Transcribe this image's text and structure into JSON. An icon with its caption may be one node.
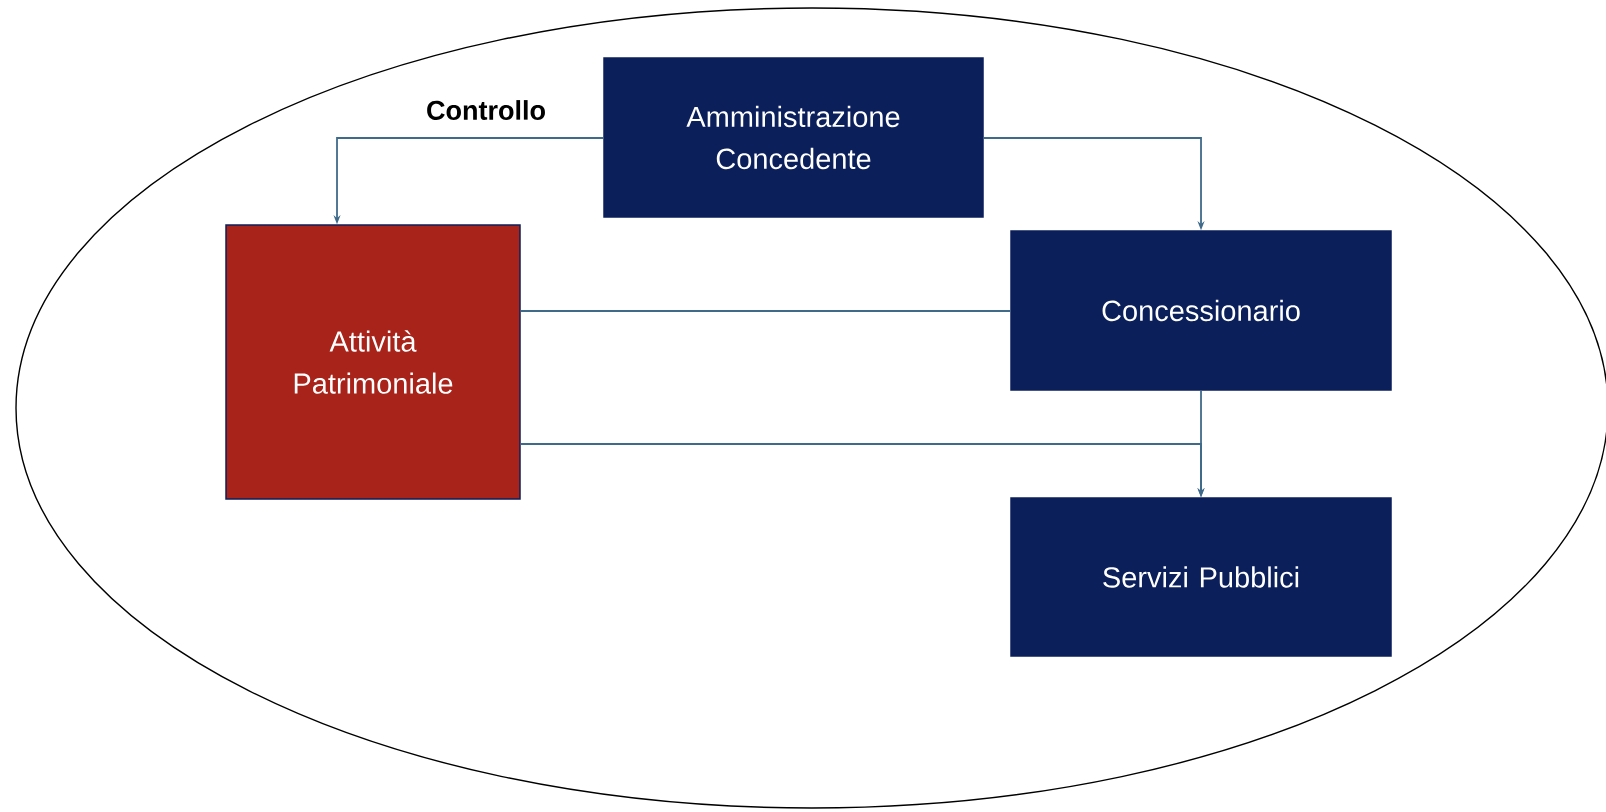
{
  "diagram": {
    "nodes": [
      {
        "text": [
          "Amministrazione Concedente"
        ]
      },
      {
        "text": [
          "Attività Patrimoniale"
        ]
      },
      {
        "text": [
          "Concessionario"
        ]
      },
      {
        "text": [
          "Servizi Pubblici"
        ]
      }
    ],
    "edges": [
      {
        "from": 0,
        "to": 1,
        "arrow": "to",
        "label": "Controllo"
      },
      {
        "from": 0,
        "to": 2,
        "arrow": "to"
      },
      {
        "from": 1,
        "to": 2,
        "arrow": "none"
      },
      {
        "from": 2,
        "to": 3,
        "arrow": "to"
      },
      {
        "from": 1,
        "to": 3,
        "arrow": "to"
      }
    ]
  }
}
